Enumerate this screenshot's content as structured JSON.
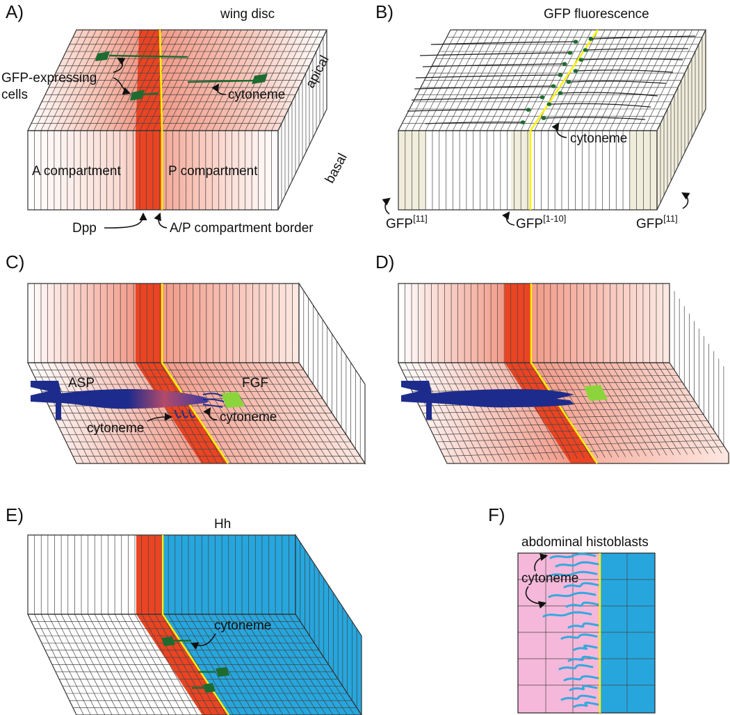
{
  "colors": {
    "dpp_stripe": "#ea4423",
    "gradient": "#f29a88",
    "compartment_border": "#fff200",
    "gfp_cells": "#1e6b30",
    "gfp11_shade": "#f1eddc",
    "asp": "#1d2c8c",
    "fgf": "#8cd43c",
    "hh": "#26a6dd",
    "histoblast_pink": "#f5b8da"
  },
  "panels": {
    "a": {
      "letter": "A)",
      "title": "wing disc",
      "gfp_cells": "GFP-expressing",
      "gfp_cells2": "cells",
      "cytoneme": "cytoneme",
      "apical": "apical",
      "basal": "basal",
      "a_comp": "A compartment",
      "p_comp": "P compartment",
      "dpp": "Dpp",
      "border": "A/P compartment border"
    },
    "b": {
      "letter": "B)",
      "title": "GFP fluorescence",
      "cytoneme": "cytoneme",
      "gfp11_left": "GFP",
      "gfp11_left_sup": "[11]",
      "gfp110": "GFP",
      "gfp110_sup": "[1-10]",
      "gfp11_right": "GFP",
      "gfp11_right_sup": "[11]"
    },
    "c": {
      "letter": "C)",
      "asp": "ASP",
      "fgf": "FGF",
      "cytoneme1": "cytoneme",
      "cytoneme2": "cytoneme"
    },
    "d": {
      "letter": "D)"
    },
    "e": {
      "letter": "E)",
      "title": "Hh",
      "cytoneme": "cytoneme"
    },
    "f": {
      "letter": "F)",
      "title": "abdominal histoblasts",
      "cytoneme": "cytoneme"
    }
  }
}
